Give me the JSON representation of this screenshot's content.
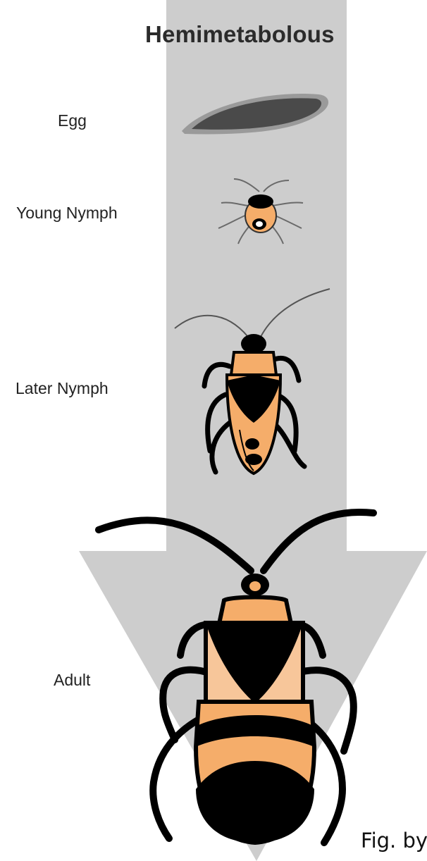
{
  "title": "Hemimetabolous",
  "stages": [
    {
      "name": "egg",
      "label": "Egg"
    },
    {
      "name": "young-nymph",
      "label": "Young Nymph"
    },
    {
      "name": "later-nymph",
      "label": "Later Nymph"
    },
    {
      "name": "adult",
      "label": "Adult"
    }
  ],
  "credit": "Fig. by",
  "colors": {
    "arrow": "#cdcdcd",
    "body": "#f5ad6a",
    "body_light": "#f7c69a",
    "dark": "#000000",
    "egg": "#4a4a4a",
    "egg_rim": "#9a9a9a"
  }
}
